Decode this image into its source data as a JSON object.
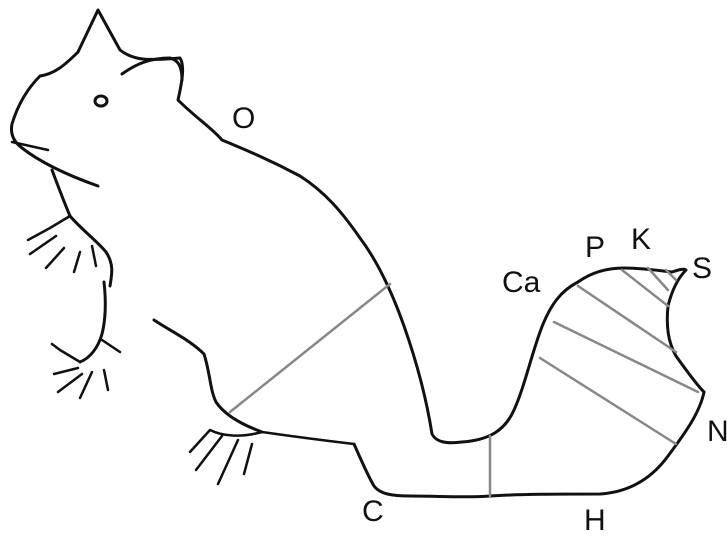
{
  "labels": {
    "O": "O",
    "Ca": "Ca",
    "P": "P",
    "K": "K",
    "S": "S",
    "N": "N",
    "C": "C",
    "H": "H"
  },
  "colors": {
    "outline": "#111111",
    "divider": "#888888",
    "background": "#ffffff"
  }
}
